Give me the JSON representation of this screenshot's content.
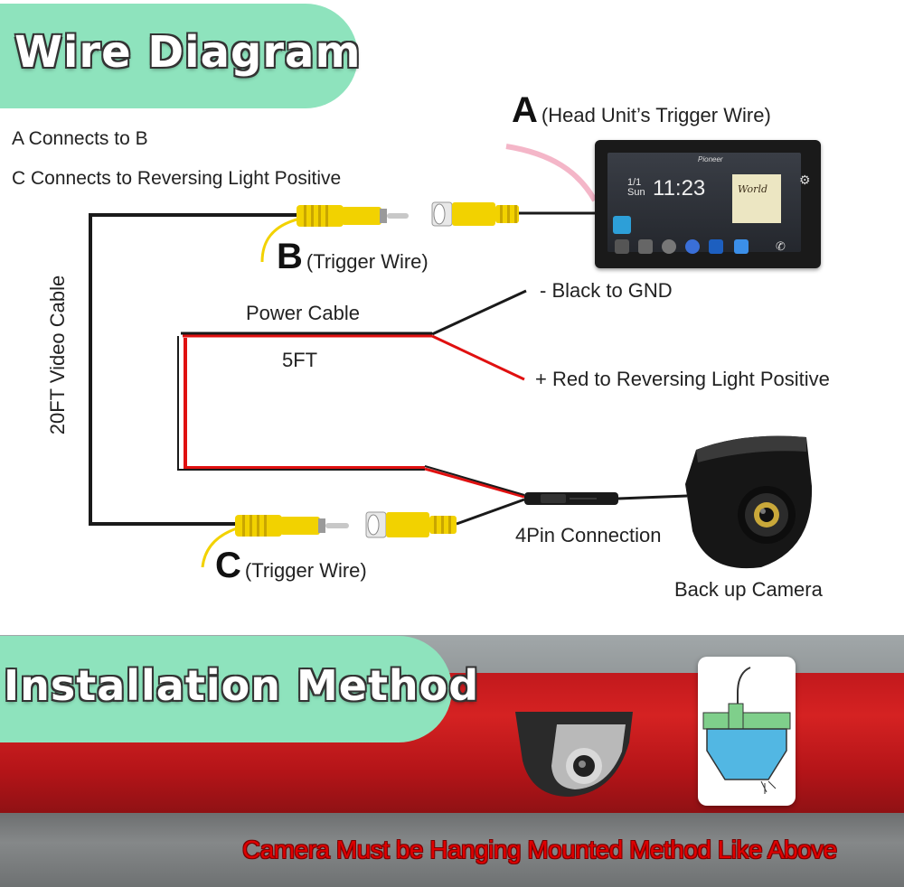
{
  "banner_top": {
    "title": "Wire Diagram"
  },
  "notes": {
    "line1": "A Connects to B",
    "line2": "C Connects to Reversing Light Positive"
  },
  "labels": {
    "a_letter": "A",
    "a_text": "(Head Unit’s Trigger Wire)",
    "b_letter": "B",
    "b_text": "(Trigger Wire)",
    "c_letter": "C",
    "c_text": "(Trigger Wire)",
    "video_cable": "20FT Video Cable",
    "power_cable": "Power Cable",
    "power_length": "5FT",
    "black_gnd": "- Black to GND",
    "red_positive": "+ Red to Reversing Light Positive",
    "four_pin": "4Pin Connection",
    "camera": "Back up Camera"
  },
  "head_unit": {
    "brand": "Pioneer",
    "date": "1/1\nSun",
    "time": "11:23",
    "album_art": "World"
  },
  "banner_bottom": {
    "title": "Installation Method"
  },
  "warning": "Camera Must be Hanging Mounted Method Like Above",
  "colors": {
    "banner": "#8ee3bd",
    "rca_yellow": "#f2d200",
    "power_red": "#e01010",
    "wire_black": "#1a1a1a",
    "warning_red": "#e00000"
  }
}
